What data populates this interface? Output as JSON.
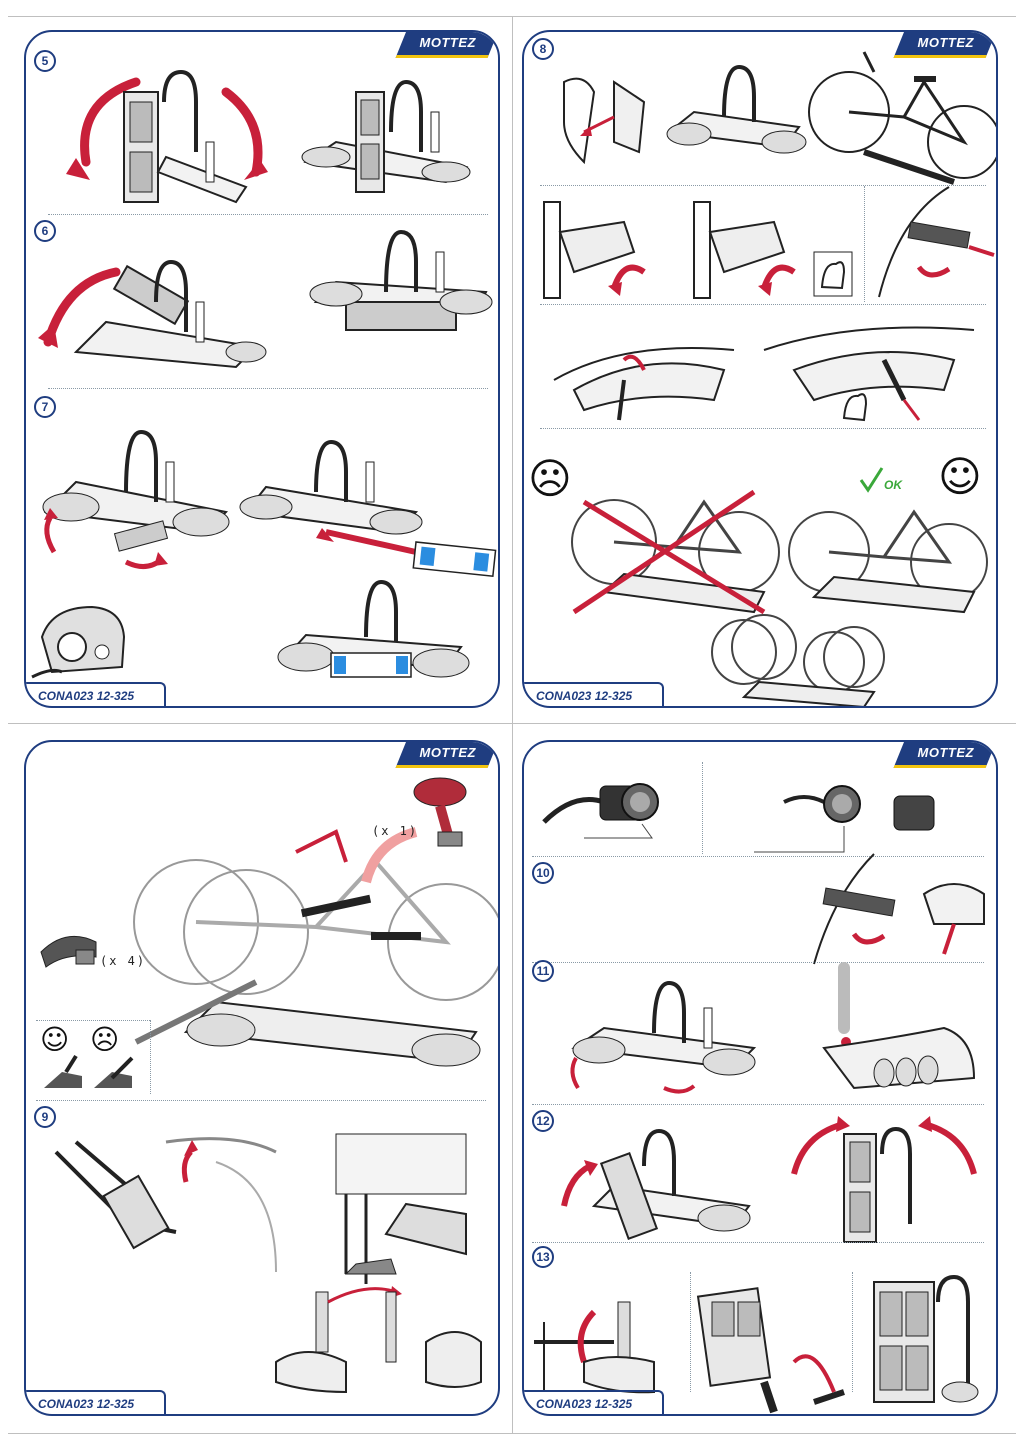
{
  "brand": "MOTTEZ",
  "reference": "CONA023  12-325",
  "panels": [
    {
      "steps": [
        "5",
        "6",
        "7"
      ]
    },
    {
      "steps": [
        "8"
      ]
    },
    {
      "steps": [
        "9"
      ],
      "labels": {
        "strap_count": "(x 1)",
        "clip_count": "(x 4)"
      }
    },
    {
      "steps": [
        "10",
        "11",
        "12",
        "13"
      ]
    }
  ],
  "ok_label": "OK",
  "icons": {
    "good": "smiley-face-icon",
    "bad": "frowning-face-icon",
    "approve": "checkmark-icon",
    "muscle": "flexed-arm-icon"
  },
  "colors": {
    "frame": "#1f3d80",
    "accent_arrow": "#c8203a",
    "brand_stripe": "#f2c40f",
    "reflector": "#2b8de0",
    "ok": "#3aa83a"
  }
}
